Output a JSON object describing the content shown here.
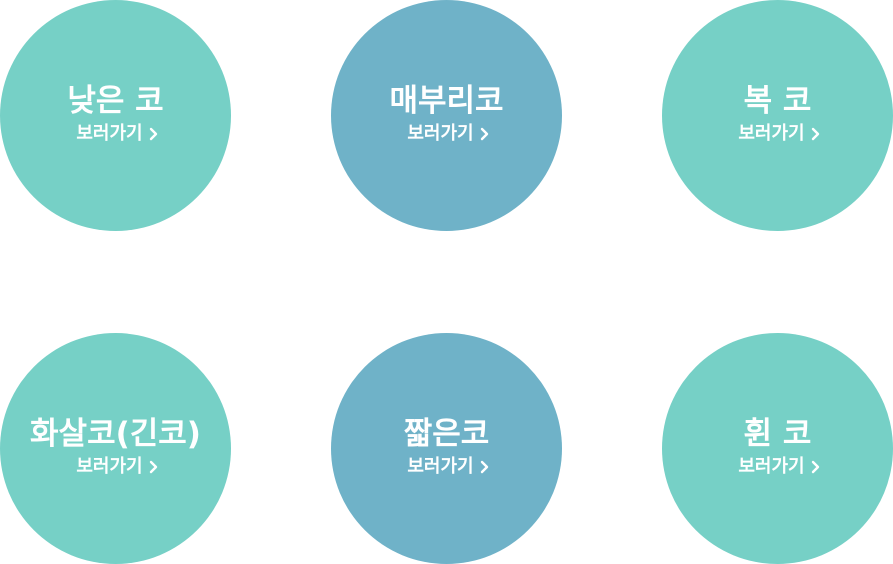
{
  "items": [
    {
      "title": "낮은 코",
      "link_label": "보러가기",
      "color": "#76d0c6"
    },
    {
      "title": "매부리코",
      "link_label": "보러가기",
      "color": "#6fb2c8"
    },
    {
      "title": "복 코",
      "link_label": "보러가기",
      "color": "#76d0c6"
    },
    {
      "title": "화살코(긴코)",
      "link_label": "보러가기",
      "color": "#76d0c6"
    },
    {
      "title": "짧은코",
      "link_label": "보러가기",
      "color": "#6fb2c8"
    },
    {
      "title": "휜 코",
      "link_label": "보러가기",
      "color": "#76d0c6"
    }
  ],
  "icons": {
    "chevron": "chevron-right-icon"
  }
}
